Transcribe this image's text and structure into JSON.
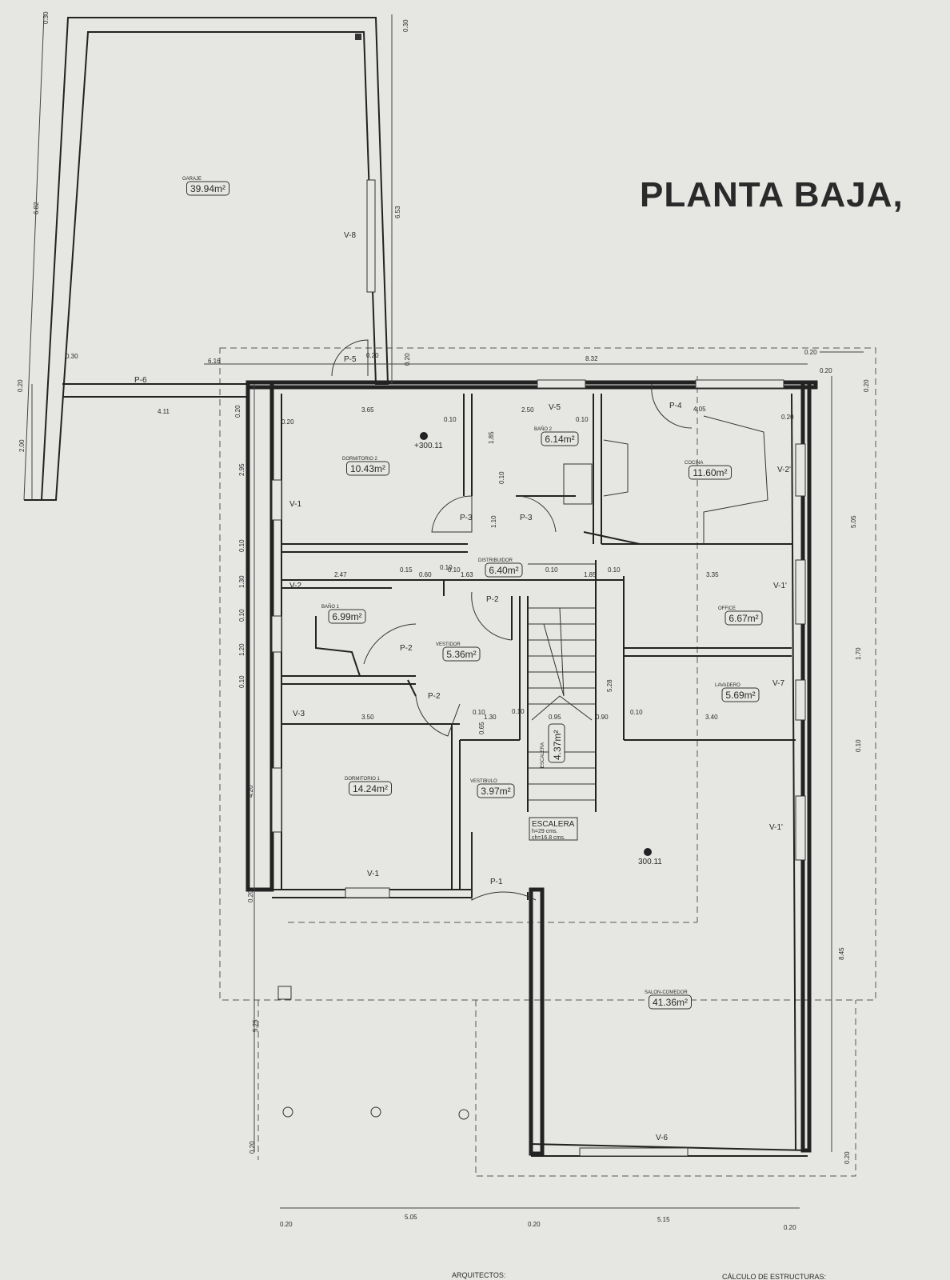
{
  "title": "PLANTA BAJA,",
  "rooms": [
    {
      "id": "garaje",
      "name": "GARAJE",
      "area": "39.94m²"
    },
    {
      "id": "dormitorio2",
      "name": "DORMITORIO 2",
      "area": "10.43m²"
    },
    {
      "id": "bano2",
      "name": "BAÑO 2",
      "area": "6.14m²"
    },
    {
      "id": "cocina",
      "name": "COCINA",
      "area": "11.60m²"
    },
    {
      "id": "distribuidor",
      "name": "DISTRIBUIDOR",
      "area": "6.40m²"
    },
    {
      "id": "bano1",
      "name": "BAÑO 1",
      "area": "6.99m²"
    },
    {
      "id": "office",
      "name": "OFFICE",
      "area": "6.67m²"
    },
    {
      "id": "vestidor",
      "name": "VESTIDOR",
      "area": "5.36m²"
    },
    {
      "id": "lavadero",
      "name": "LAVADERO",
      "area": "5.69m²"
    },
    {
      "id": "escalera_box",
      "name": "ESCALERA",
      "area": "4.37m²"
    },
    {
      "id": "dormitorio1",
      "name": "DORMITORIO 1",
      "area": "14.24m²"
    },
    {
      "id": "vestibulo",
      "name": "VESTIBULO",
      "area": "3.97m²"
    },
    {
      "id": "salon",
      "name": "SALON-COMEDOR",
      "area": "41.36m²"
    }
  ],
  "levels": [
    "+300.11",
    "300.11"
  ],
  "stair_note": [
    "ESCALERA",
    "h=29  cms.",
    "ch=16.8  cms."
  ],
  "labels": [
    "V-8",
    "P-5",
    "P-6",
    "V-5",
    "P-4",
    "V-1",
    "P-3",
    "P-3",
    "V-2'",
    "V-2",
    "P-2",
    "V-1'",
    "P-2",
    "P-2",
    "V-7",
    "V-3",
    "V-1'",
    "V-1",
    "P-1",
    "V-6"
  ],
  "dims": [
    "0.30",
    "0.30",
    "6.82",
    "2.00",
    "0.20",
    "0.30",
    "6.53",
    "0.20",
    "0.20",
    "6.16",
    "8.32",
    "0.20",
    "0.20",
    "4.11",
    "0.20",
    "3.65",
    "0.10",
    "2.50",
    "0.10",
    "4.05",
    "0.20",
    "2.95",
    "0.20",
    "1.85",
    "0.10",
    "1.10",
    "0.10",
    "5.05",
    "1.30",
    "2.47",
    "0.15",
    "0.60",
    "0.10",
    "1.63",
    "0.10",
    "1.85",
    "0.10",
    "3.35",
    "0.10",
    "1.20",
    "0.10",
    "0.10",
    "1.70",
    "0.10",
    "3.50",
    "0.10",
    "1.30",
    "0.10",
    "0.95",
    "0.90",
    "0.10",
    "3.40",
    "0.65",
    "5.28",
    "4.20",
    "0.20",
    "8.45",
    "5.25",
    "0.20",
    "0.20",
    "0.20",
    "5.05",
    "5.15",
    "0.20",
    "0.20",
    "0.20"
  ],
  "footer": [
    "ARQUITECTOS:",
    "CÁLCULO  DE  ESTRUCTURAS:"
  ],
  "colors": {
    "paper": "#e6e6e2",
    "ink": "#222222"
  }
}
